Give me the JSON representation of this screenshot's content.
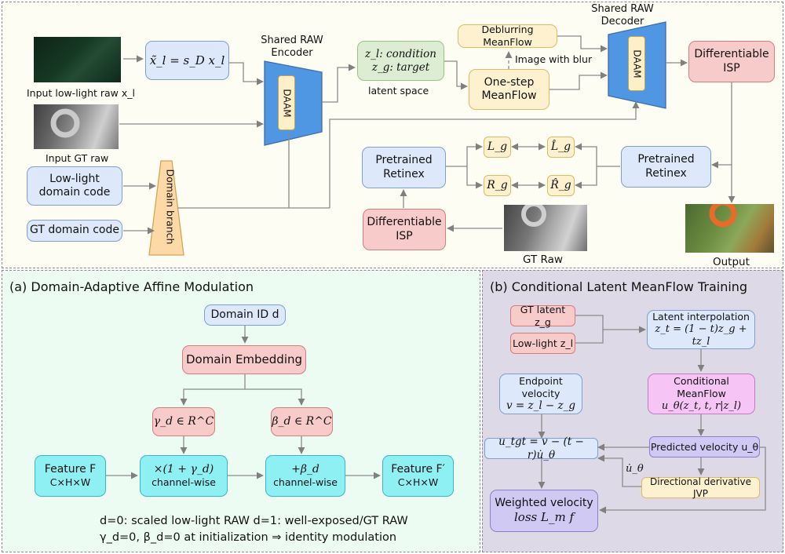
{
  "top": {
    "inputs": {
      "input_lowlight_label": "Input low-light raw x_l",
      "input_gt_label": "Input GT raw",
      "scaled_formula": "x̃_l = s_D x_l",
      "lowlight_domain_code": "Low-light\ndomain code",
      "gt_domain_code": "GT domain code",
      "domain_branch": "Domain branch"
    },
    "encoder": {
      "title": "Shared RAW\nEncoder",
      "module": "DAAM"
    },
    "latent": {
      "line1": "z_l: condition",
      "line2": "z_g: target",
      "caption": "latent space"
    },
    "meanflow": {
      "one_step": "One-step\nMeanFlow",
      "deblurring": "Deblurring MeanFlow",
      "blur_note": "Image with blur"
    },
    "decoder": {
      "title": "Shared RAW\nDecoder",
      "module": "DAAM"
    },
    "isp_top": "Differentiable\nISP",
    "output_label": "Output",
    "retinex": {
      "right": "Pretrained\nRetinex",
      "left": "Pretrained\nRetinex",
      "L_g": "L_g",
      "R_g": "R_g",
      "L_hat": "L̂_g",
      "R_hat": "R̂_g"
    },
    "isp_bottom": "Differentiable\nISP",
    "gt_raw_label": "GT Raw"
  },
  "daam_panel": {
    "title": "(a) Domain-Adaptive Affine Modulation",
    "domain_id": "Domain ID d",
    "domain_embedding": "Domain Embedding",
    "gamma": "γ_d ∈ R^C",
    "beta": "β_d ∈ R^C",
    "feature_in": {
      "line1": "Feature F",
      "line2": "C×H×W"
    },
    "mult": {
      "line1": "×(1 + γ_d)",
      "line2": "channel-wise"
    },
    "add": {
      "line1": "+β_d",
      "line2": "channel-wise"
    },
    "feature_out": {
      "line1": "Feature F′",
      "line2": "C×H×W"
    },
    "note1": "d=0: scaled low-light RAW d=1: well-exposed/GT RAW",
    "note2": "γ_d=0, β_d=0 at initialization ⇒ identity modulation"
  },
  "meanflow_panel": {
    "title": "(b) Conditional Latent MeanFlow Training",
    "gt_latent": "GT latent z_g",
    "lowlight_latent": "Low-light z_l",
    "interp": {
      "line1": "Latent interpolation",
      "line2": "z_t = (1 − t)z_g + tz_l"
    },
    "endpoint": {
      "line1": "Endpoint velocity",
      "line2": "v = z_l − z_g"
    },
    "cond_meanflow": {
      "line1": "Conditional MeanFlow",
      "line2": "u_θ(z_t, t, r|z_l)"
    },
    "u_tgt": "u_tgt = v − (t − r)u̇_θ",
    "predicted": "Predicted velocity u_θ",
    "u_dot": "u̇_θ",
    "jvp": "Directional derivative JVP",
    "loss": {
      "line1": "Weighted velocity",
      "line2": "loss L_m f"
    }
  },
  "colors": {
    "blue": "#dde9fb",
    "yellow": "#fdf1cf",
    "green": "#dcedd3",
    "red": "#f8cbcb",
    "cyan": "#8ff0f4",
    "pink": "#f6c5f6",
    "lavender": "#cfc9f3",
    "encoder": "#4f97e3",
    "daam": "#fdf0c8",
    "domain_branch": "#fcd9a6",
    "top_bg": "#fdfdf3",
    "left_bg": "#ecfcf3",
    "right_bg": "#ddd9e6"
  }
}
